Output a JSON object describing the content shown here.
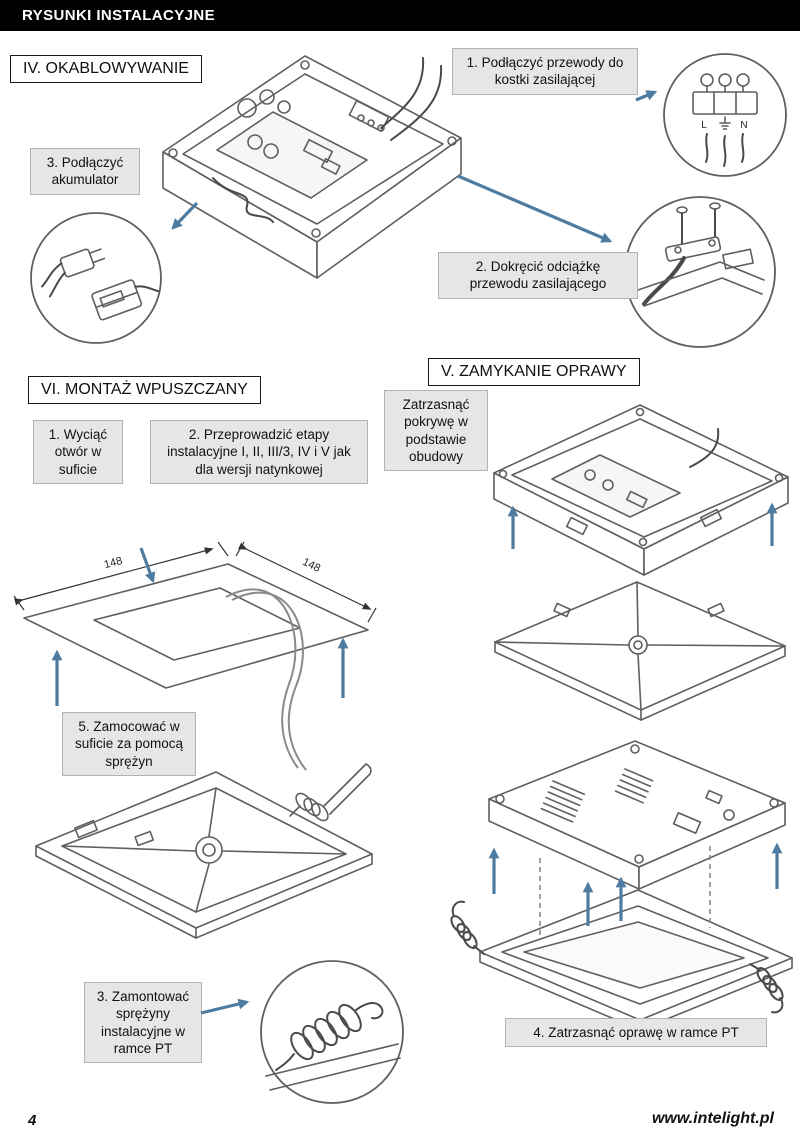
{
  "header": {
    "title": "RYSUNKI INSTALACYJNE"
  },
  "sections": {
    "wiring": {
      "title": "IV. OKABLOWYWANIE",
      "step1": "1. Podłączyć przewody do kostki zasilającej",
      "step2": "2. Dokręcić odciążkę przewodu zasilającego",
      "step3": "3. Podłączyć akumulator",
      "terminal": {
        "label_l": "L",
        "label_n": "N"
      }
    },
    "closing": {
      "title": "V. ZAMYKANIE OPRAWY",
      "note": "Zatrzasnąć pokrywę w podstawie obudowy"
    },
    "recessed": {
      "title": "VI. MONTAŻ WPUSZCZANY",
      "step1": "1. Wyciąć otwór w suficie",
      "step2": "2. Przeprowadzić etapy instalacyjne I, II, III/3, IV i V jak dla wersji natynkowej",
      "step3": "3. Zamontować sprężyny instalacyjne w ramce PT",
      "step4": "4. Zatrzasnąć oprawę w ramce PT",
      "step5": "5. Zamocować w suficie za pomocą sprężyn",
      "dim_width": "148",
      "dim_depth": "148"
    }
  },
  "footer": {
    "page_number": "4",
    "website": "www.intelight.pl"
  },
  "colors": {
    "arrow_accent": "#4e7ba0",
    "callout_background": "#e6e6e6",
    "drawing_line": "#5f5f5f",
    "header_background": "#000000"
  }
}
